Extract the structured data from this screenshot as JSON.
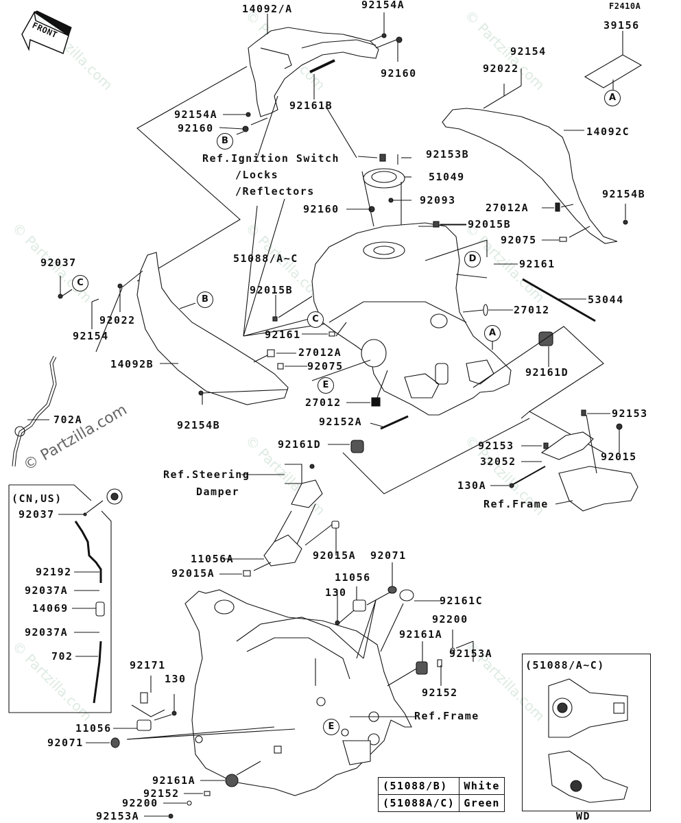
{
  "diagram": {
    "figure_code": "F2410A",
    "direction_indicator": "FRONT",
    "watermark": "© Partzilla.com",
    "parts": [
      {
        "id": "p1",
        "label": "14092/A"
      },
      {
        "id": "p2",
        "label": "92154A"
      },
      {
        "id": "p3",
        "label": "92160"
      },
      {
        "id": "p4",
        "label": "92161B"
      },
      {
        "id": "p5",
        "label": "92154A"
      },
      {
        "id": "p6",
        "label": "92160"
      },
      {
        "id": "p7",
        "label": "39156"
      },
      {
        "id": "p8",
        "label": "92154"
      },
      {
        "id": "p9",
        "label": "92022"
      },
      {
        "id": "p10",
        "label": "14092C"
      },
      {
        "id": "p11",
        "label": "92153B"
      },
      {
        "id": "p12",
        "label": "51049"
      },
      {
        "id": "p13",
        "label": "92093"
      },
      {
        "id": "p14",
        "label": "92160"
      },
      {
        "id": "p15",
        "label": "92154B"
      },
      {
        "id": "p16",
        "label": "27012A"
      },
      {
        "id": "p17",
        "label": "92015B"
      },
      {
        "id": "p18",
        "label": "92075"
      },
      {
        "id": "p19",
        "label": "51088/A~C"
      },
      {
        "id": "p20",
        "label": "92161"
      },
      {
        "id": "p21",
        "label": "92037"
      },
      {
        "id": "p22",
        "label": "92015B"
      },
      {
        "id": "p23",
        "label": "53044"
      },
      {
        "id": "p24",
        "label": "92022"
      },
      {
        "id": "p25",
        "label": "92154"
      },
      {
        "id": "p26",
        "label": "27012"
      },
      {
        "id": "p27",
        "label": "92161"
      },
      {
        "id": "p28",
        "label": "27012A"
      },
      {
        "id": "p29",
        "label": "14092B"
      },
      {
        "id": "p30",
        "label": "92075"
      },
      {
        "id": "p31",
        "label": "92161D"
      },
      {
        "id": "p32",
        "label": "27012"
      },
      {
        "id": "p33",
        "label": "92154B"
      },
      {
        "id": "p34",
        "label": "92152A"
      },
      {
        "id": "p35",
        "label": "702A"
      },
      {
        "id": "p36",
        "label": "92153"
      },
      {
        "id": "p37",
        "label": "92161D"
      },
      {
        "id": "p38",
        "label": "92153"
      },
      {
        "id": "p39",
        "label": "92015"
      },
      {
        "id": "p40",
        "label": "32052"
      },
      {
        "id": "p41",
        "label": "130A"
      },
      {
        "id": "p42",
        "label": "Ref.Frame"
      },
      {
        "id": "p43",
        "label": "92037"
      },
      {
        "id": "p44",
        "label": "11056A"
      },
      {
        "id": "p45",
        "label": "92015A"
      },
      {
        "id": "p46",
        "label": "92071"
      },
      {
        "id": "p47",
        "label": "92015A"
      },
      {
        "id": "p48",
        "label": "11056"
      },
      {
        "id": "p49",
        "label": "92192"
      },
      {
        "id": "p50",
        "label": "130"
      },
      {
        "id": "p51",
        "label": "92161C"
      },
      {
        "id": "p52",
        "label": "92037A"
      },
      {
        "id": "p53",
        "label": "14069"
      },
      {
        "id": "p54",
        "label": "92200"
      },
      {
        "id": "p55",
        "label": "92037A"
      },
      {
        "id": "p56",
        "label": "92161A"
      },
      {
        "id": "p57",
        "label": "702"
      },
      {
        "id": "p58",
        "label": "92153A"
      },
      {
        "id": "p59",
        "label": "92152"
      },
      {
        "id": "p60",
        "label": "92171"
      },
      {
        "id": "p61",
        "label": "130"
      },
      {
        "id": "p62",
        "label": "11056"
      },
      {
        "id": "p63",
        "label": "Ref.Frame"
      },
      {
        "id": "p64",
        "label": "92071"
      },
      {
        "id": "p65",
        "label": "92161A"
      },
      {
        "id": "p66",
        "label": "92152"
      },
      {
        "id": "p67",
        "label": "92200"
      },
      {
        "id": "p68",
        "label": "92153A"
      }
    ],
    "references": {
      "ignition": [
        "Ref.Ignition Switch",
        "/Locks",
        "/Reflectors"
      ],
      "steering": [
        "Ref.Steering",
        "Damper"
      ]
    },
    "callouts": [
      "A",
      "B",
      "C",
      "D",
      "E"
    ],
    "region_note": "(CN,US)",
    "detail_box": {
      "title": "(51088/A~C)",
      "caption": "WD"
    },
    "color_table": [
      {
        "part": "(51088/B)",
        "color": "White"
      },
      {
        "part": "(51088A/C)",
        "color": "Green"
      }
    ]
  }
}
